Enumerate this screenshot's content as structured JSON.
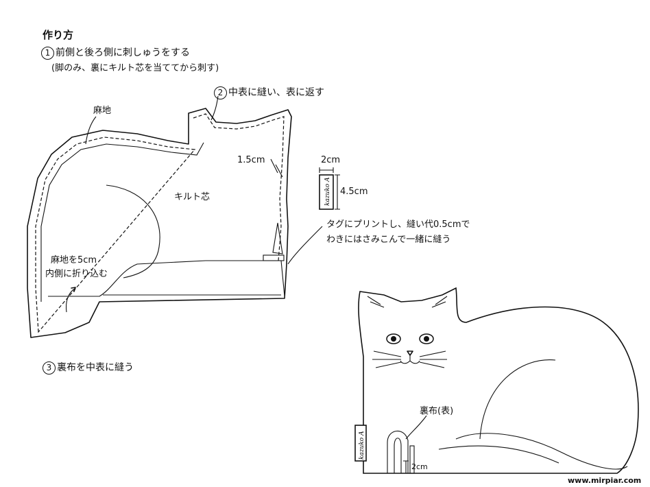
{
  "title": "作り方",
  "steps": [
    {
      "num": "1",
      "text": "前側と後ろ側に刺しゅうをする",
      "note": "(脚のみ、裏にキルト芯を当ててから刺す)"
    },
    {
      "num": "2",
      "text": "中表に縫い、表に返す"
    },
    {
      "num": "3",
      "text": "裏布を中表に縫う"
    }
  ],
  "labels": {
    "linen": "麻地",
    "quilt_batting": "キルト芯",
    "seam": "1.5cm",
    "fold_line1": "麻地を5cm",
    "fold_line2": "内側に折り込む",
    "tag_width": "2cm",
    "tag_height": "4.5cm",
    "tag_note1": "タグにプリントし、縫い代0.5cmで",
    "tag_note2": "わきにはさみこんで一緒に縫う",
    "tag_text": "kazuko A",
    "lining": "裏布(表)",
    "small_measure": "2cm"
  },
  "watermark": "www.mirpiar.com"
}
